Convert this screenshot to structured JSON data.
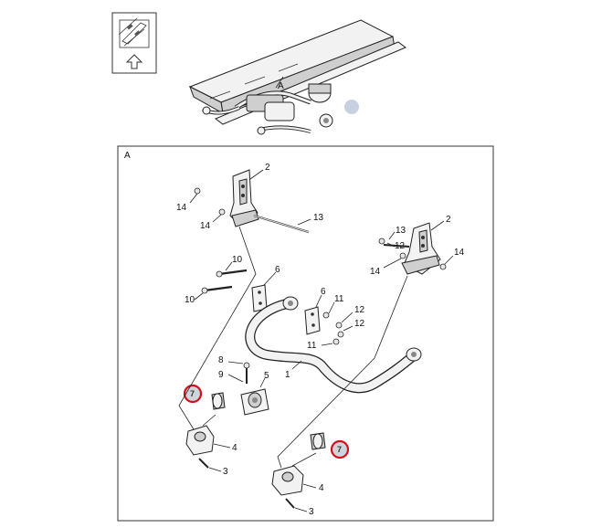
{
  "section_label": "A",
  "callouts": {
    "c1": "1",
    "c2a": "2",
    "c2b": "2",
    "c3a": "3",
    "c3b": "3",
    "c4a": "4",
    "c4b": "4",
    "c5": "5",
    "c6a": "6",
    "c6b": "6",
    "c7a": "7",
    "c7b": "7",
    "c8": "8",
    "c9": "9",
    "c10a": "10",
    "c10b": "10",
    "c11a": "11",
    "c11b": "11",
    "c12a": "12",
    "c12b": "12",
    "c13a": "13",
    "c13b": "13",
    "c14a": "14",
    "c14b": "14",
    "c14c": "14",
    "c14d": "14"
  },
  "overview_marker": "A",
  "highlight_color": "#d0101a"
}
